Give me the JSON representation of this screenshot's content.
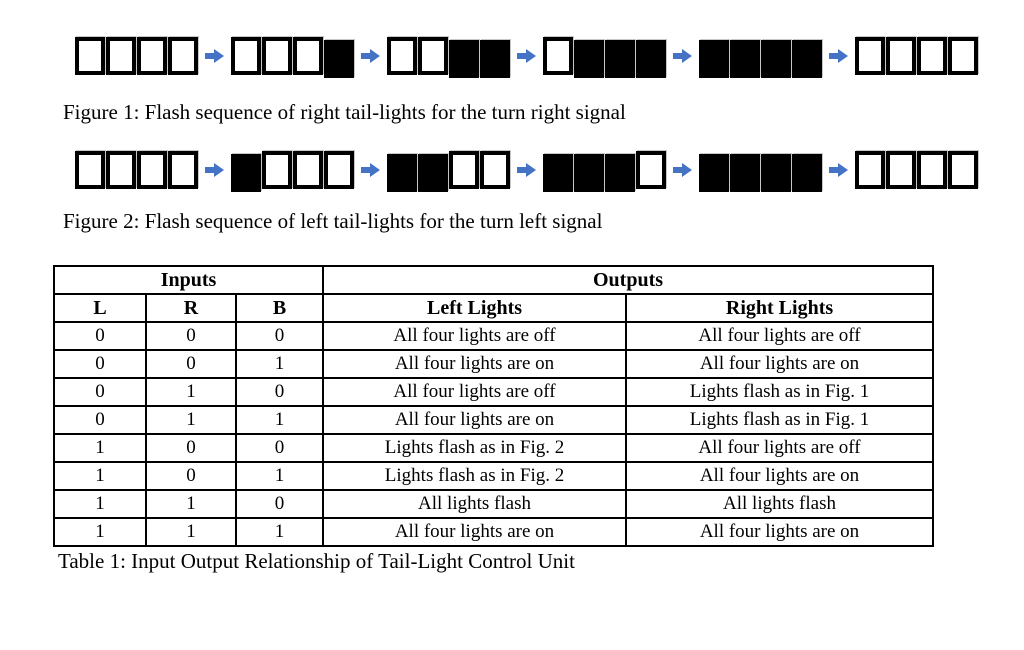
{
  "figure1": {
    "caption": "Figure 1: Flash sequence of right tail-lights for the turn right signal",
    "states": [
      [
        0,
        0,
        0,
        0
      ],
      [
        0,
        0,
        0,
        1
      ],
      [
        0,
        0,
        1,
        1
      ],
      [
        0,
        1,
        1,
        1
      ],
      [
        1,
        1,
        1,
        1
      ],
      [
        0,
        0,
        0,
        0
      ]
    ]
  },
  "figure2": {
    "caption": "Figure 2: Flash sequence of left tail-lights for the turn left signal",
    "states": [
      [
        0,
        0,
        0,
        0
      ],
      [
        1,
        0,
        0,
        0
      ],
      [
        1,
        1,
        0,
        0
      ],
      [
        1,
        1,
        1,
        0
      ],
      [
        1,
        1,
        1,
        1
      ],
      [
        0,
        0,
        0,
        0
      ]
    ]
  },
  "table": {
    "caption": "Table 1: Input Output Relationship of Tail-Light Control Unit",
    "group_headers": [
      "Inputs",
      "Outputs"
    ],
    "columns": [
      "L",
      "R",
      "B",
      "Left Lights",
      "Right Lights"
    ],
    "rows": [
      [
        "0",
        "0",
        "0",
        "All four lights are off",
        "All four lights are off"
      ],
      [
        "0",
        "0",
        "1",
        "All four lights are on",
        "All four lights are on"
      ],
      [
        "0",
        "1",
        "0",
        "All four lights are off",
        "Lights flash as in Fig. 1"
      ],
      [
        "0",
        "1",
        "1",
        "All four lights are on",
        "Lights flash as in Fig. 1"
      ],
      [
        "1",
        "0",
        "0",
        "Lights flash as in Fig. 2",
        "All four lights are off"
      ],
      [
        "1",
        "0",
        "1",
        "Lights flash as in Fig. 2",
        "All four lights are on"
      ],
      [
        "1",
        "1",
        "0",
        "All lights flash",
        "All lights flash"
      ],
      [
        "1",
        "1",
        "1",
        "All four lights are on",
        "All four lights are on"
      ]
    ]
  },
  "icons": {
    "sequence_arrow": "right-block-arrow"
  },
  "colors": {
    "arrow_blue": "#4472C4",
    "light_on": "#000000",
    "light_off": "#FFFFFF",
    "border": "#000000"
  }
}
